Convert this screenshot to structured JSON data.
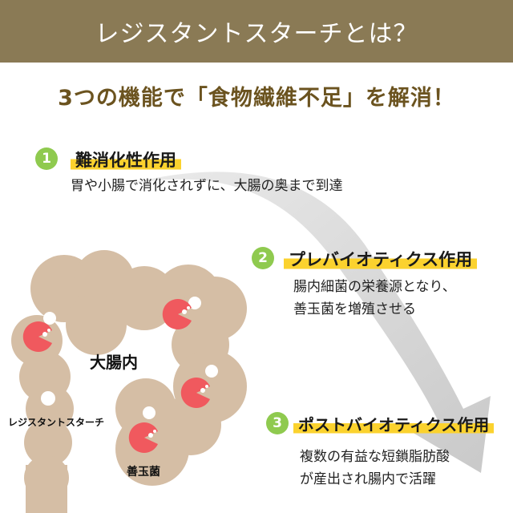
{
  "header": {
    "title": "レジスタントスターチとは？"
  },
  "subtitle": "3つの機能で「食物繊維不足」を解消！",
  "features": [
    {
      "number": "1",
      "title": "難消化性作用",
      "desc": [
        "胃や小腸で消化されずに、大腸の奥まで到達"
      ]
    },
    {
      "number": "2",
      "title": "プレバイオティクス作用",
      "desc": [
        "腸内細菌の栄養源となり、",
        "善玉菌を増殖させる"
      ]
    },
    {
      "number": "3",
      "title": "ポストバイオティクス作用",
      "desc": [
        "複数の有益な短鎖脂肪酸",
        "が産出され腸内で活躍"
      ]
    }
  ],
  "diagram": {
    "intestine_label": "大腸内",
    "starch_label": "レジスタントスターチ",
    "bacteria_label": "善玉菌"
  },
  "colors": {
    "header_bg": "#8a7a55",
    "subtitle": "#6b531f",
    "number_badge": "#8fca4f",
    "highlight": "#fbd22e",
    "intestine": "#d5bea5",
    "bacteria": "#f0595e",
    "arrow": "#d3d3d3"
  }
}
